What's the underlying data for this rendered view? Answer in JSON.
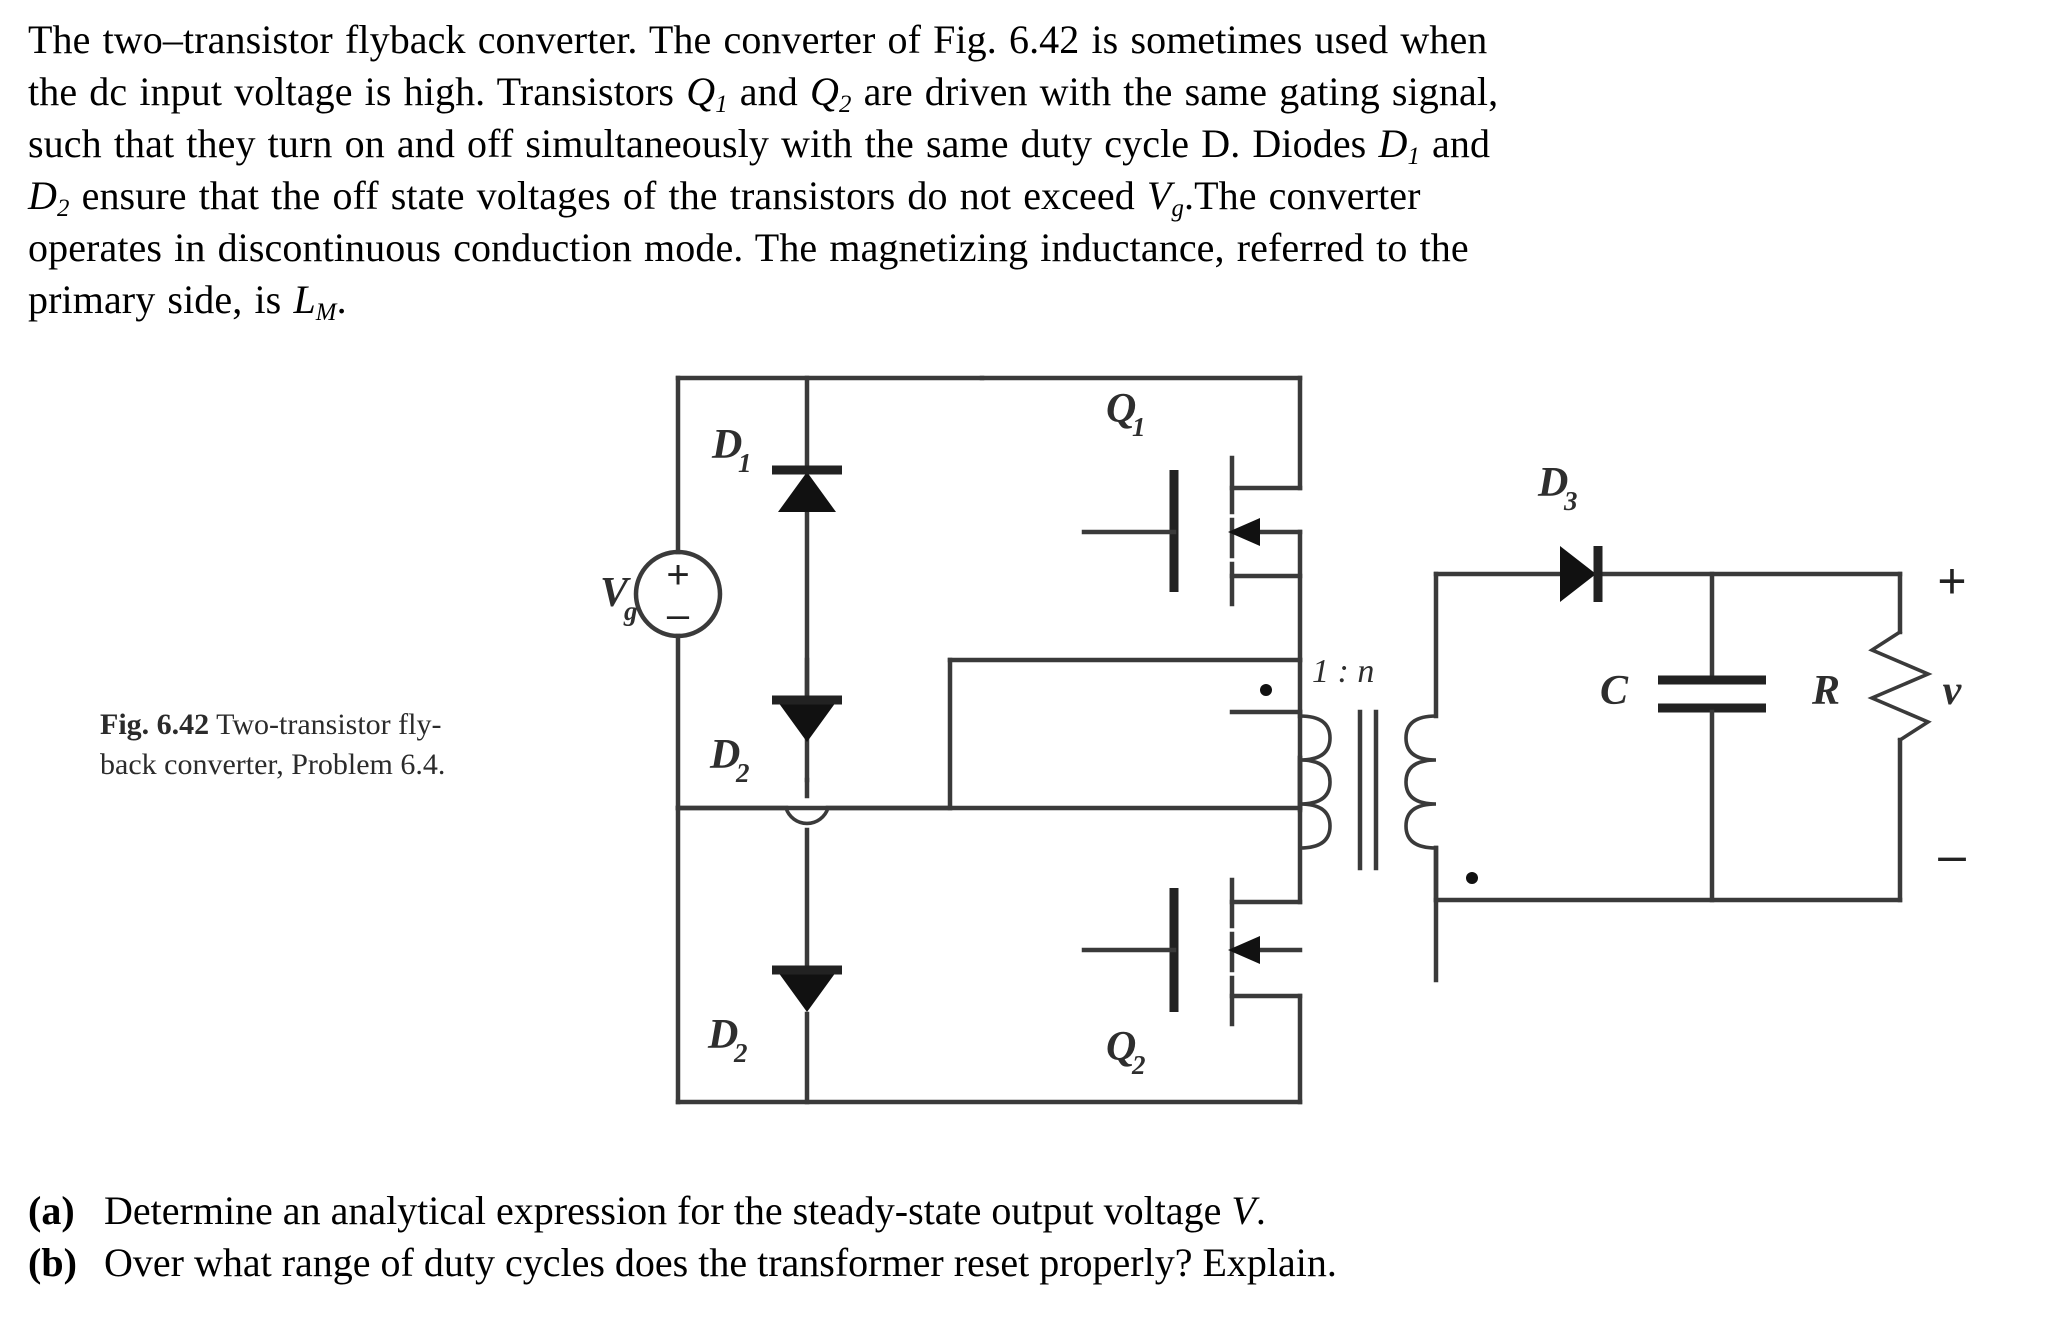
{
  "page": {
    "background_color": "#ffffff",
    "text_color": "#000000",
    "line_color": "#3a3a3a"
  },
  "problem": {
    "line1_a": "The two–transistor flyback converter. The converter of Fig. 6.42 is sometimes used when",
    "line2_a": "the dc input voltage is high. Transistors ",
    "line2_q1": "Q",
    "line2_q1sub": "1",
    "line2_b": " and ",
    "line2_q2": "Q",
    "line2_q2sub": "2",
    "line2_c": " are driven with the same gating signal,",
    "line3_a": "such that they turn on and off simultaneously with the same duty cycle D. Diodes ",
    "line3_d1": "D",
    "line3_d1sub": "1",
    "line3_b": " and",
    "line4_d2": "D",
    "line4_d2sub": "2",
    "line4_a": "  ensure that the off state voltages of the transistors do not exceed ",
    "line4_vg": "V",
    "line4_vgsub": "g",
    "line4_b": ".The converter",
    "line5_a": "operates in discontinuous conduction mode. The magnetizing inductance, referred to the",
    "line6_a": "primary side, is ",
    "line6_lm": "L",
    "line6_lmsub": "M",
    "line6_b": "."
  },
  "figure": {
    "caption_bold": "Fig.  6.42",
    "caption_rest_line1": "   Two-transistor fly-",
    "caption_line2": "back converter, Problem 6.4."
  },
  "circuit": {
    "source_label": "V",
    "source_label_sub": "g",
    "source_plus": "+",
    "source_minus": "–",
    "diode1_label": "D",
    "diode1_label_sub": "1",
    "diode2_label": "D",
    "diode2_label_sub": "2",
    "diode3_label": "D",
    "diode3_label_sub": "3",
    "transistor1_label": "Q",
    "transistor1_label_sub": "1",
    "transistor2_label": "Q",
    "transistor2_label_sub": "2",
    "turns_ratio": "1 : n",
    "capacitor_label": "C",
    "resistor_label": "R",
    "output_label": "v",
    "output_plus": "+",
    "output_minus": "–"
  },
  "questions": {
    "a_label": "(a)",
    "a_text_pre": "Determine an analytical expression  for the steady-state output voltage ",
    "a_text_var": "V",
    "a_text_post": ".",
    "b_label": "(b)",
    "b_text": "Over what range of duty cycles does the transformer reset properly? Explain."
  }
}
